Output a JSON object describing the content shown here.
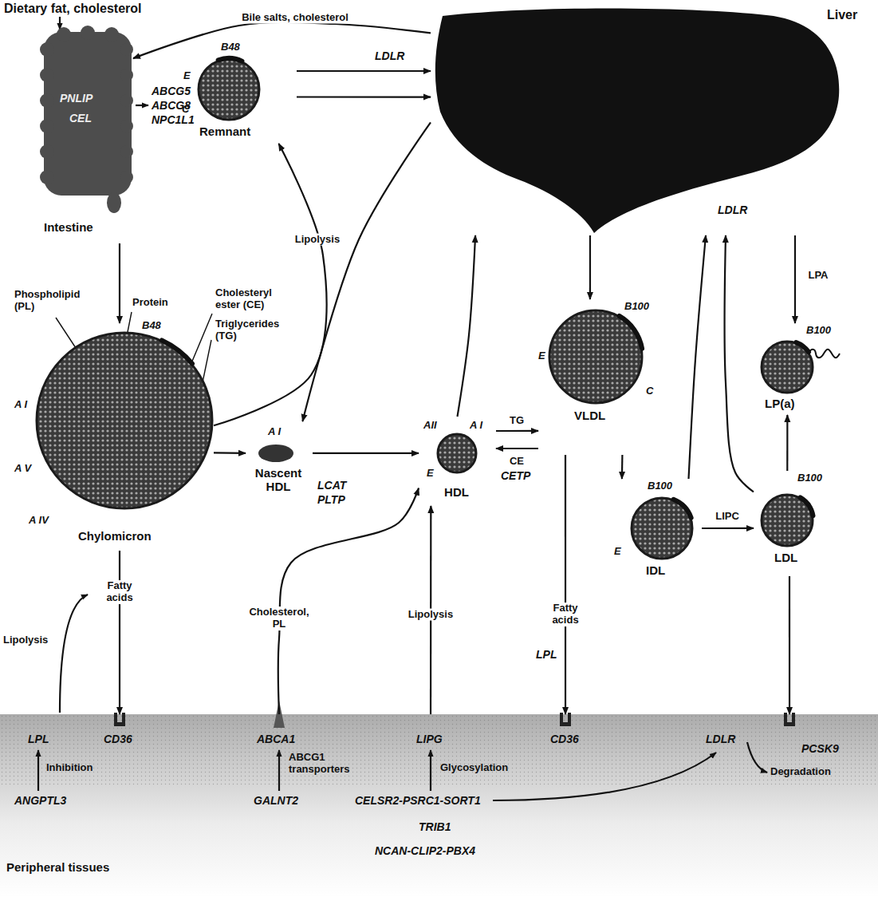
{
  "diagram": {
    "nodes": [
      {
        "text": [
          "PNLIP",
          "CEL",
          "Intestine"
        ]
      },
      {
        "text": [
          "Liver"
        ]
      },
      {
        "text": [
          "B48",
          "E",
          "C",
          "Remnant"
        ]
      },
      {
        "text": [
          "B48",
          "A I",
          "A V",
          "A IV",
          "Chylomicron"
        ]
      },
      {
        "text": [
          "A I",
          "Nascent HDL"
        ]
      },
      {
        "text": [
          "AII",
          "A I",
          "E",
          "HDL"
        ]
      },
      {
        "text": [
          "B100",
          "E",
          "C",
          "VLDL"
        ]
      },
      {
        "text": [
          "B100",
          "E",
          "IDL"
        ]
      },
      {
        "text": [
          "B100",
          "LDL"
        ]
      },
      {
        "text": [
          "B100",
          "LP(a)"
        ]
      },
      {
        "text": [
          "Peripheral tissues"
        ]
      }
    ],
    "edges": [
      {
        "from": 0,
        "to": 3,
        "arrow": "to"
      },
      {
        "from": 1,
        "to": 0,
        "label": "Bile salts, cholesterol",
        "arrow": "to"
      },
      {
        "from": 2,
        "to": 1,
        "arrow": "to"
      },
      {
        "from": 2,
        "to": 1,
        "arrow": "to"
      },
      {
        "from": 3,
        "to": 2,
        "label": "Lipolysis",
        "arrow": "to"
      },
      {
        "from": 3,
        "to": 4,
        "arrow": "to"
      },
      {
        "from": 1,
        "to": 4,
        "arrow": "to"
      },
      {
        "from": 4,
        "to": 5,
        "arrow": "to"
      },
      {
        "from": 5,
        "to": 1,
        "arrow": "to"
      },
      {
        "from": 5,
        "to": 6,
        "label": "TG",
        "arrow": "to"
      },
      {
        "from": 6,
        "to": 5,
        "label": "CE",
        "arrow": "to"
      },
      {
        "from": 1,
        "to": 6,
        "arrow": "to"
      },
      {
        "from": 6,
        "to": 7,
        "arrow": "to"
      },
      {
        "from": 7,
        "to": 8,
        "label": "LIPC",
        "arrow": "to"
      },
      {
        "from": 7,
        "to": 1,
        "arrow": "to"
      },
      {
        "from": 8,
        "to": 1,
        "arrow": "to"
      },
      {
        "from": 1,
        "to": 9,
        "label": "LPA",
        "arrow": "to"
      },
      {
        "from": 8,
        "to": 9,
        "arrow": "to"
      },
      {
        "from": 3,
        "to": 10,
        "label": "Fatty acids",
        "arrow": "to"
      },
      {
        "from": 10,
        "to": 5,
        "label": "Cholesterol, PL",
        "arrow": "to"
      },
      {
        "from": 10,
        "to": 5,
        "label": "Lipolysis",
        "arrow": "to"
      },
      {
        "from": 6,
        "to": 10,
        "label": "Fatty acids",
        "arrow": "to"
      },
      {
        "from": 8,
        "to": 10,
        "arrow": "to"
      }
    ],
    "labels": [
      "Dietary fat, cholesterol",
      "ABCG5",
      "ABCG8",
      "NPC1L1",
      "Phospholipid (PL)",
      "Protein",
      "Cholesteryl ester (CE)",
      "Triglycerides (TG)",
      "LDLR",
      "LDLR",
      "LCAT",
      "PLTP",
      "CETP",
      "Lipolysis",
      "LPL",
      "LPL",
      "CD36",
      "ABCA1",
      "LIPG",
      "CD36",
      "LDLR",
      "PCSK9",
      "Inhibition",
      "ANGPTL3",
      "ABCG1 transporters",
      "GALNT2",
      "Glycosylation",
      "CELSR2-PSRC1-SORT1",
      "Degradation",
      "TRIB1",
      "NCAN-CLIP2-PBX4"
    ]
  }
}
